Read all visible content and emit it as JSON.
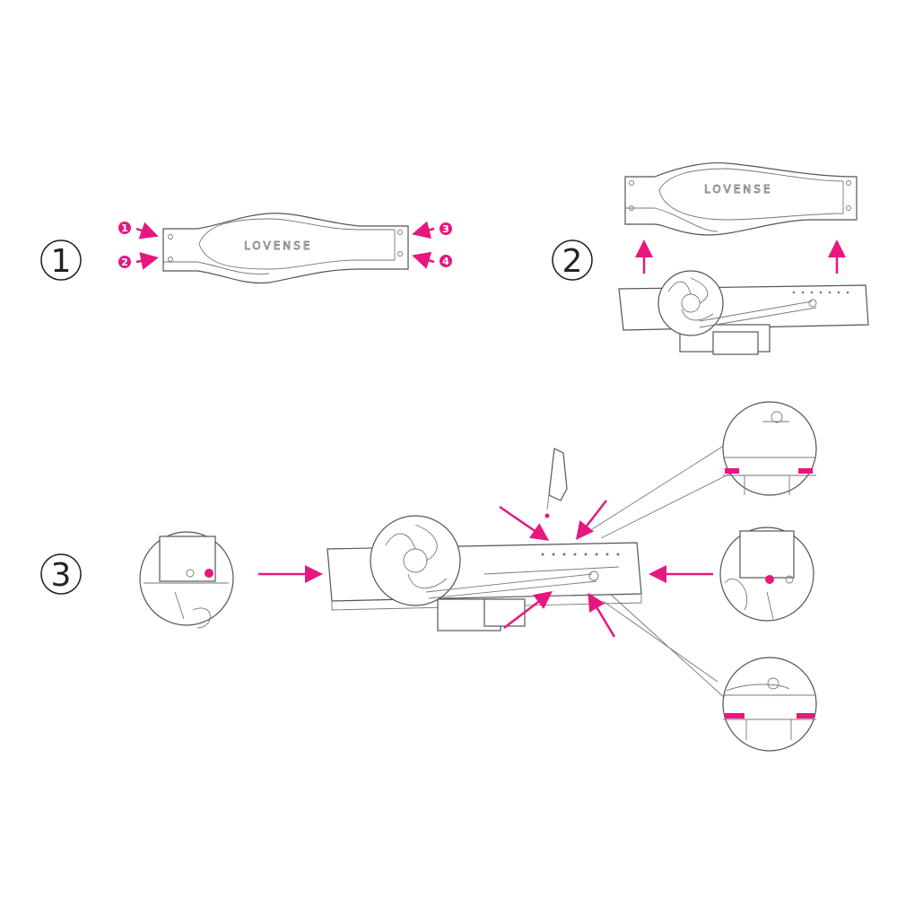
{
  "steps": [
    {
      "label": "1"
    },
    {
      "label": "2"
    },
    {
      "label": "3"
    }
  ],
  "screw_badges": [
    {
      "label": "1"
    },
    {
      "label": "2"
    },
    {
      "label": "3"
    },
    {
      "label": "4"
    }
  ],
  "brand_logo": "LOVENSE",
  "colors": {
    "accent": "#e6177f",
    "line": "#555555"
  }
}
